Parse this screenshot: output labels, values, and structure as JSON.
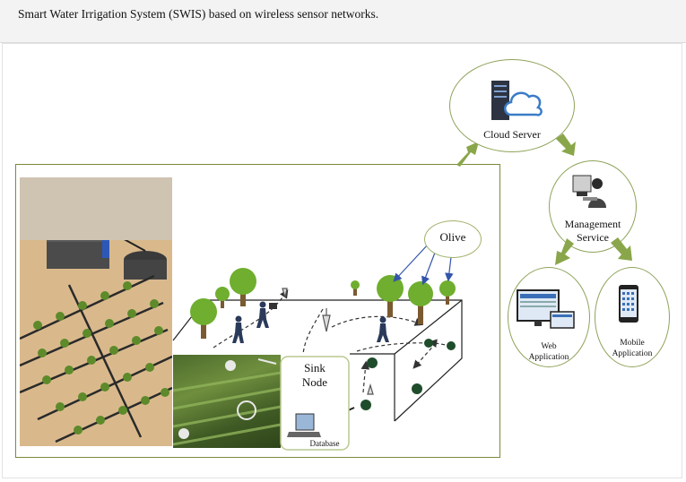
{
  "caption": "Smart Water Irrigation System (SWIS) based on wireless sensor networks.",
  "nodes": {
    "cloud_server": "Cloud Server",
    "management_service": [
      "Management",
      "Service"
    ],
    "web_application": [
      "Web",
      "Application"
    ],
    "mobile_application": [
      "Mobile",
      "Application"
    ],
    "olive": "Olive",
    "sink_node": [
      "Sink",
      "Node"
    ],
    "database": "Database"
  },
  "colors": {
    "arrow_green": "#8aa64a",
    "ellipse_border": "#8ea35a",
    "panel_border": "#7a8a3a",
    "tree_green": "#6fae2e",
    "sensor_node": "#1f4d2c",
    "pipe": "#2a2a2a"
  },
  "icons": [
    "server-icon",
    "cloud-icon",
    "manager-icon",
    "monitor-icon",
    "phone-icon",
    "laptop-icon",
    "tree-icon",
    "walking-person-icon",
    "sensor-node-icon",
    "water-tank-icon"
  ]
}
